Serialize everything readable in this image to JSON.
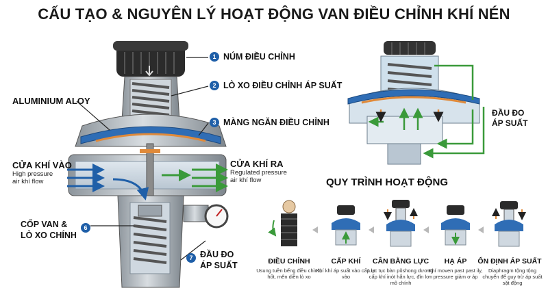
{
  "title": "CẤU TẠO & NGUYÊN LÝ HOẠT ĐỘNG VAN ĐIỀU CHỈNH KHÍ NÉN",
  "colors": {
    "accent": "#1f5fa8",
    "diaphragm": "#2f6db5",
    "orange": "#e08a3a",
    "green": "#3a9a3a"
  },
  "callouts": [
    {
      "num": "1",
      "label": "NÚM ĐIỀU CHỈNH"
    },
    {
      "num": "2",
      "label": "LÒ XO ĐIỀU CHỈNH ÁP SUẤT"
    },
    {
      "num": "3",
      "label": "MÀNG NGĂN ĐIỀU CHỈNH"
    },
    {
      "num": "6",
      "label": "CỐP VAN &\nLÒ XO CHÍNH"
    },
    {
      "num": "7",
      "label": "ĐẦU ĐO\nÁP SUẤT"
    }
  ],
  "material_label": "ALUMINIUM ALOY",
  "inlet": {
    "title": "CỬA KHÍ VÀO",
    "desc1": "High pressure",
    "desc2": "air khí flow"
  },
  "outlet": {
    "title": "CỬA KHÍ RA",
    "desc1": "Regulated pressure",
    "desc2": "air khí flow"
  },
  "detail_gauge_label": {
    "line1": "ĐẦU ĐO",
    "line2": "ÁP SUẤT"
  },
  "process": {
    "heading": "QUY TRÌNH HOẠT ĐỘNG",
    "steps": [
      {
        "title": "ĐIỀU CHỈNH",
        "desc": "Usung tuền bếng điều chỉnh, hốt, mên diền lò xo"
      },
      {
        "title": "CẤP KHÍ",
        "desc": "Khí khí áp suất vào cấp lự vào"
      },
      {
        "title": "CÂN BẰNG LỰC",
        "desc": "Lực tục bàn pũshong dương cấp khí inót hắn lực, đỉn lơn mô chính"
      },
      {
        "title": "HẠ ÁP",
        "desc": "Khí moven past past ily, pressure giảm ơ áp"
      },
      {
        "title": "ỔN ĐỊNH ÁP SUẤT",
        "desc": "Diaphragm tộng tộng chuyển để guy trừ áp suất sặt động"
      }
    ]
  }
}
